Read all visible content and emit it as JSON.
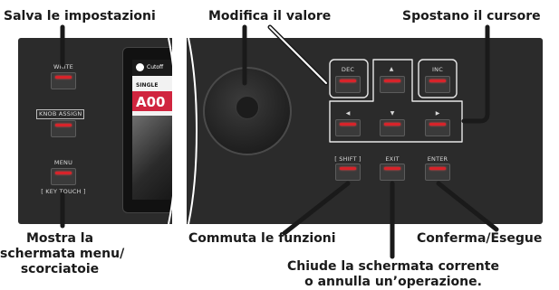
{
  "callouts": {
    "save_settings": "Salva le impostazioni",
    "edit_value": "Modifica il valore",
    "move_cursor": "Spostano il cursore",
    "menu_line1": "Mostra la",
    "menu_line2": "schermata menu/",
    "menu_line3": "scorciatoie",
    "toggle_functions": "Commuta le funzioni",
    "confirm_execute": "Conferma/Esegue",
    "close_line1": "Chiude la schermata corrente",
    "close_line2": "o annulla un’operazione."
  },
  "panel": {
    "write_label": "WRITE",
    "knob_assign_label": "KNOB ASSIGN",
    "menu_label": "MENU",
    "key_touch_label": "[ KEY TOUCH ]",
    "dec_label": "DEC",
    "inc_label": "INC",
    "shift_label": "[ SHIFT ]",
    "exit_label": "EXIT",
    "enter_label": "ENTER",
    "up_arrow": "▲",
    "down_arrow": "▼",
    "left_arrow": "◀",
    "right_arrow": "▶"
  },
  "screen": {
    "topbar_text": "Cutoff",
    "mode_text": "SINGLE",
    "tone_text": "A00"
  },
  "colors": {
    "panel": "#2b2b2b",
    "led": "#d8232a",
    "tone_bar": "#d0253f"
  }
}
